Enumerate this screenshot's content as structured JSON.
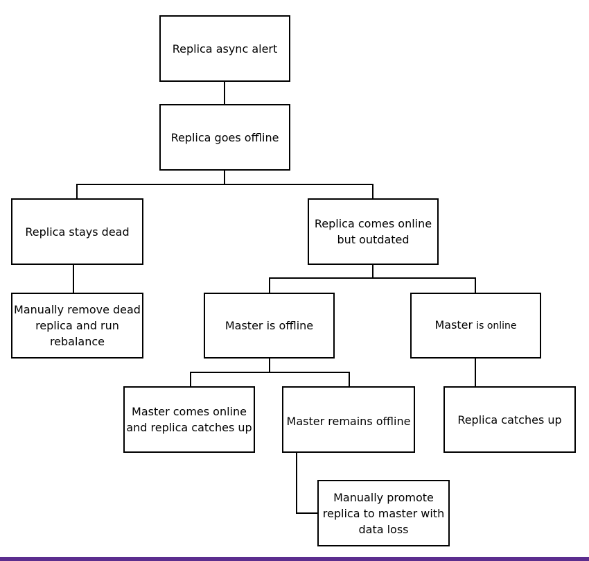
{
  "nodes": {
    "replica_async_alert": "Replica async alert",
    "replica_goes_offline": "Replica goes offline",
    "replica_stays_dead": "Replica stays dead",
    "replica_comes_online_outdated": "Replica comes online\nbut outdated",
    "manually_remove_dead_replica": "Manually remove dead\nreplica and run\nrebalance",
    "master_is_offline": "Master is offline",
    "master_is_online_prefix": "Master ",
    "master_is_online_suffix": "is online",
    "master_comes_online_catchup": "Master comes online\nand replica catches up",
    "master_remains_offline": "Master remains offline",
    "replica_catches_up": "Replica catches up",
    "manually_promote_replica": "Manually promote\nreplica to master with\ndata loss"
  },
  "colors": {
    "line": "#000000",
    "box_border": "#000000",
    "bottom_bar": "#5b2d8e"
  }
}
